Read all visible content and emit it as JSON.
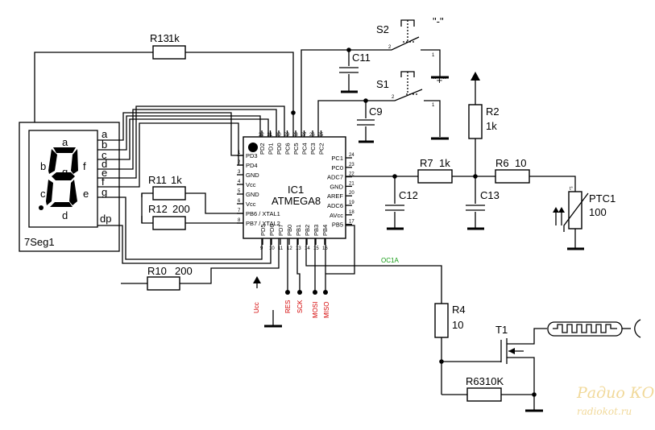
{
  "labels": {
    "r13": "R13",
    "r13_value": "1k",
    "r11": "R11",
    "r11_value": "1k",
    "r12": "R12",
    "r12_value": "200",
    "r10": "R10",
    "r10_value": "200",
    "r7": "R7",
    "r7_value": "1k",
    "r6": "R6",
    "r6_value": "10",
    "r2": "R2",
    "r2_value": "1k",
    "r4": "R4",
    "r4_value": "10",
    "r63": "R63",
    "r63_value": "10K",
    "c11": "C11",
    "c9": "C9",
    "c12": "C12",
    "c13": "C13",
    "s1": "S1",
    "s1_sign": "\"+\"",
    "s2": "S2",
    "s2_sign": "\"-\"",
    "ptc1": "PTC1",
    "ptc1_value": "100",
    "t1": "T1",
    "seg_name": "7Seg1",
    "ic_name": "IC1",
    "ic_part": "ATMEGA8",
    "oc1a": "OC1A"
  },
  "seg_pins": [
    "a",
    "b",
    "c",
    "d",
    "e",
    "f",
    "g",
    "dp"
  ],
  "seg_face": [
    "a",
    "b",
    "f",
    "g",
    "c",
    "e",
    "d"
  ],
  "ic_left_pins": [
    "PD3",
    "PD4",
    "GND",
    "Vcc",
    "GND",
    "Vcc",
    "PB6 / XTAL1",
    "PB7 / XTAL2"
  ],
  "ic_left_nums": [
    "1",
    "2",
    "3",
    "4",
    "5",
    "6",
    "7",
    "8"
  ],
  "ic_top_pins": [
    "PD2",
    "PD1",
    "PD0",
    "PC6",
    "PC5",
    "PC4",
    "PC3",
    "PC2"
  ],
  "ic_top_nums": [
    "32",
    "31",
    "30",
    "29",
    "28",
    "27",
    "26",
    "25"
  ],
  "ic_right_pins": [
    "PC1",
    "PC0",
    "ADC7",
    "GND",
    "AREF",
    "ADC6",
    "AVcc",
    "PB5"
  ],
  "ic_right_nums": [
    "24",
    "23",
    "22",
    "21",
    "20",
    "19",
    "18",
    "17"
  ],
  "ic_bottom_pins": [
    "PD5",
    "PD6",
    "PD7",
    "PB0",
    "PB1",
    "PB2",
    "PB3",
    "PB4"
  ],
  "ic_bottom_nums": [
    "9",
    "10",
    "11",
    "12",
    "13",
    "14",
    "15",
    "16"
  ],
  "isp_labels": [
    "Ucc",
    "RES",
    "SCK",
    "MOSI",
    "MISO"
  ],
  "switch_pin_marks": [
    "2",
    "1",
    "2",
    "1"
  ],
  "watermark": {
    "logo": "Радио КОТ",
    "site": "radiokot.ru"
  }
}
